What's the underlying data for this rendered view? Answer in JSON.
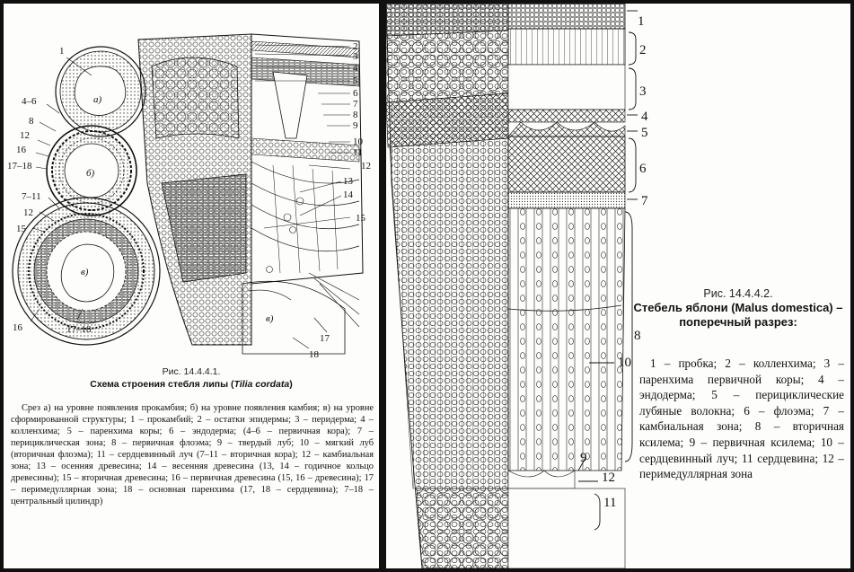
{
  "left_figure": {
    "caption_number": "Рис. 14.4.4.1.",
    "caption_title_prefix": "Схема строения стебля липы (",
    "caption_title_species": "Tilia cordata",
    "caption_title_suffix": ")",
    "description": "Срез а) на уровне появления прокамбия; б) на уровне появления камбия; в) на уровне сформированной структуры; 1 – прокамбий; 2 – остатки эпидермы; 3 – перидерма; 4 – колленхима; 5 – паренхима коры; 6 – эндодерма; (4–6 – первичная кора); 7 – перициклическая зона; 8 – первичная флоэма; 9 – твердый луб; 10 – мягкий луб (вторичная флоэма); 11 – сердцевинный луч (7–11 – вторичная кора); 12 – камбиальная зона; 13 – осенняя древесина; 14 – весенняя древесина (13, 14 – годичное кольцо древесины); 15 – вторичная древесина; 16 – первичная древесина (15, 16 – древесина); 17 – перимедуллярная зона; 18 – основная паренхима (17, 18 – сердцевина); 7–18 – центральный цилиндр)",
    "labels": {
      "l1": "1",
      "l4_6": "4–6",
      "l8": "8",
      "l12a": "12",
      "l16a": "16",
      "l17_18a": "17–18",
      "l7_11": "7–11",
      "l12b": "12",
      "l15a": "15",
      "l16b": "16",
      "l17_18b": "17–18",
      "a": "а)",
      "b": "б)",
      "v": "в)",
      "v2": "в)",
      "r2": "2",
      "r3": "3",
      "r4": "4",
      "r5": "5",
      "r6": "6",
      "r7": "7",
      "r8": "8",
      "r9": "9",
      "r10": "10",
      "r11": "11",
      "r12": "12",
      "r13": "13",
      "r14": "14",
      "r15": "15",
      "r17": "17",
      "r18": "18"
    }
  },
  "right_figure": {
    "caption_number": "Рис. 14.4.4.2.",
    "caption_title": "Стебель яблони (Malus domestica) – поперечный разрез:",
    "description": "1 – пробка; 2 – колленхима; 3 – паренхима первичной коры; 4 – эндодерма; 5 – перициклические лубяные волокна; 6 – флоэма; 7 – камбиальная зона; 8 – вторичная ксилема; 9 – первичная ксилема; 10 – сердцевинный луч; 11 сердцевина; 12 – перимедуллярная зона",
    "labels": {
      "n1": "1",
      "n2": "2",
      "n3": "3",
      "n4": "4",
      "n5": "5",
      "n6": "6",
      "n7": "7",
      "n8": "8",
      "n9": "9",
      "n10": "10",
      "n11": "11",
      "n12": "12"
    }
  }
}
